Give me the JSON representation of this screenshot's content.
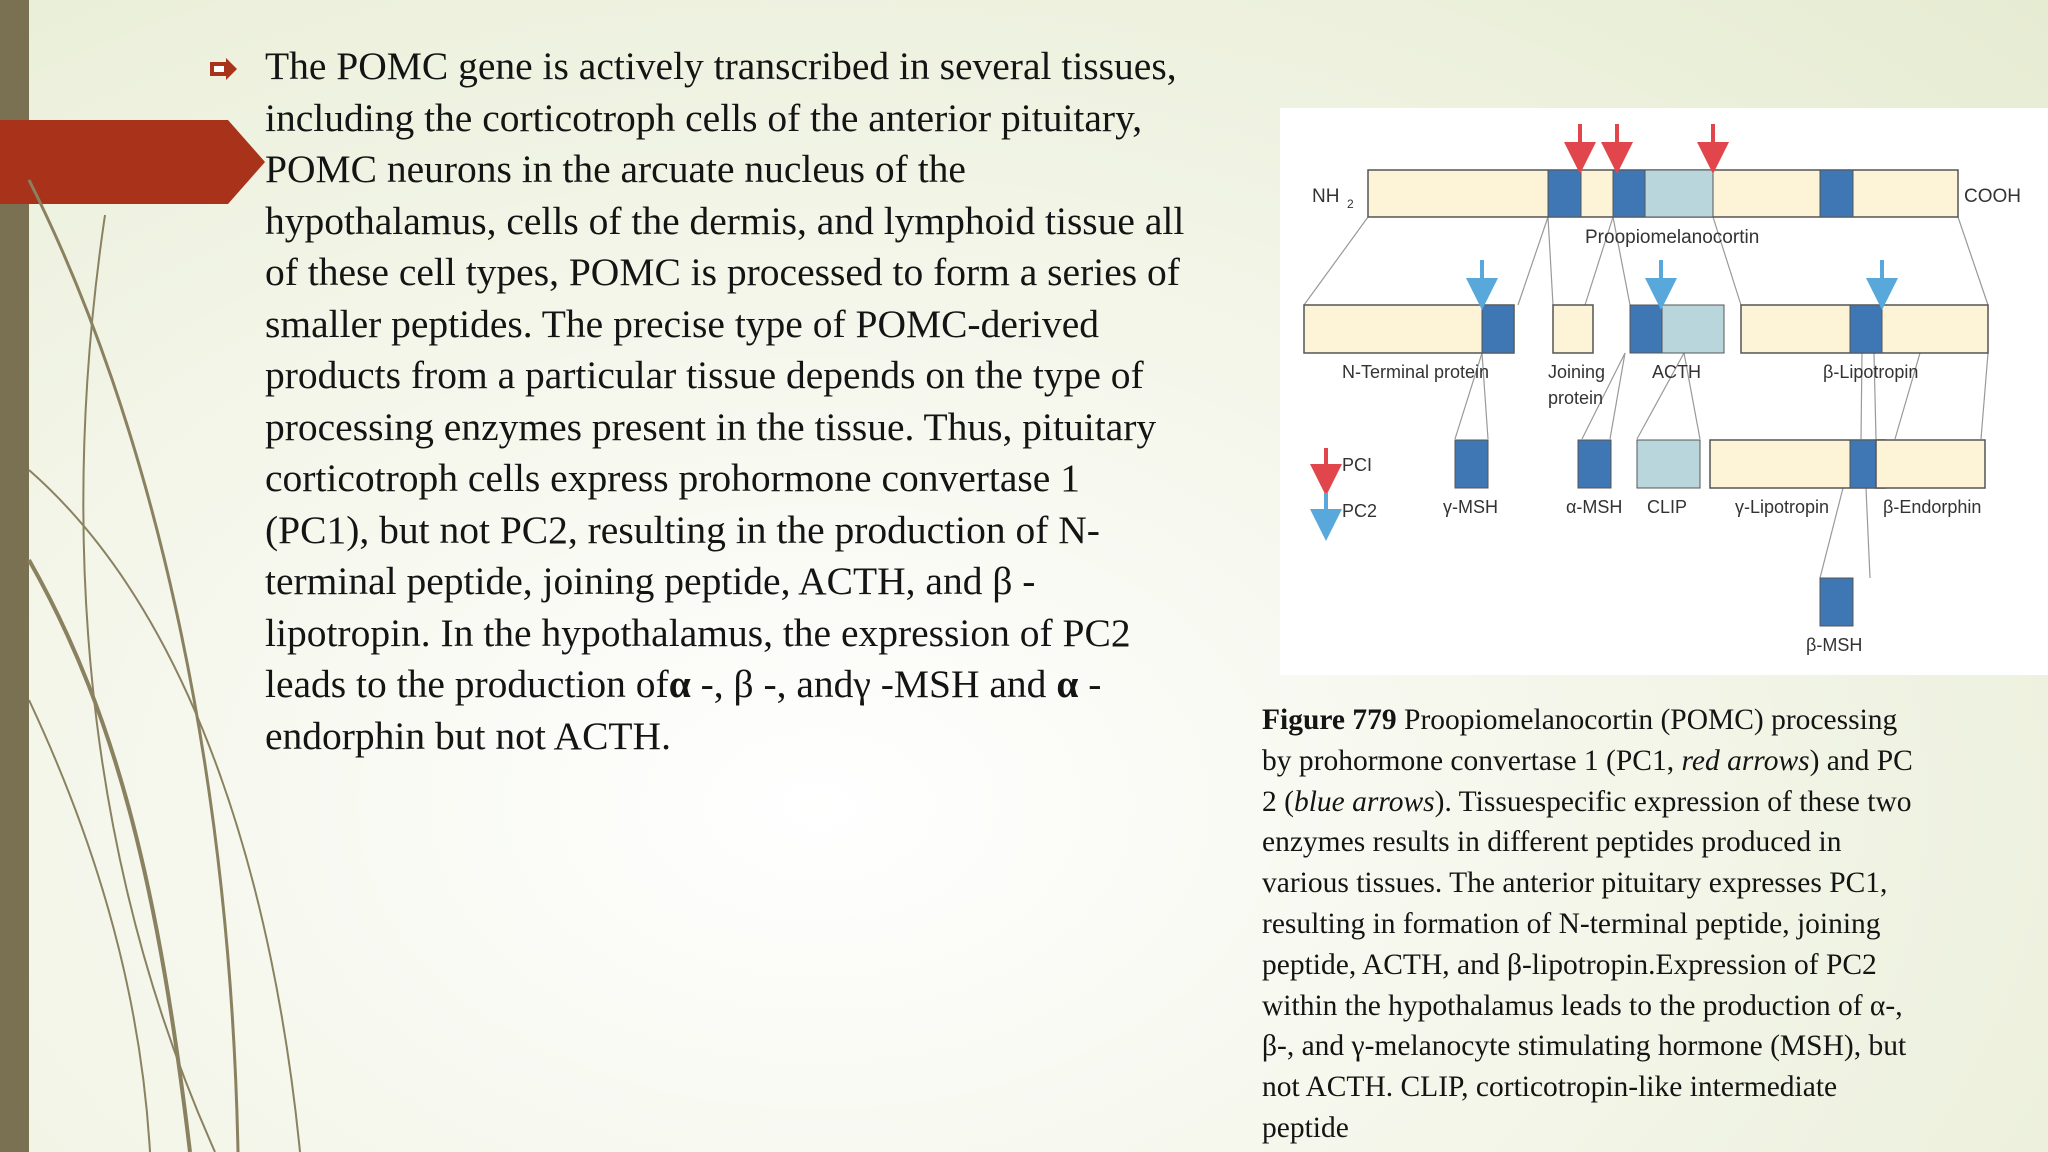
{
  "colors": {
    "left_bar": "#7a7152",
    "accent_red": "#a8321a",
    "curve_olive": "#8a8160",
    "peptide_fill": "#fdf3d6",
    "cleavage_block_blue": "#3f77b5",
    "clip_block": "#b9d6dd",
    "pc1_arrow": "#e0464b",
    "pc2_arrow": "#59a8dc"
  },
  "bullet": {
    "icon": "arrow-bullet-icon",
    "lines": [
      "The POMC gene is actively transcribed in several tissues,",
      "including the corticotroph cells of the anterior pituitary,",
      "POMC neurons in the arcuate nucleus of the",
      "hypothalamus, cells of the dermis, and lymphoid tissue all",
      "of these cell types, POMC is processed to form a series of",
      "smaller peptides. The precise type of POMC-derived",
      "products from a particular tissue depends on the type of",
      "processing enzymes present in the tissue. Thus, pituitary",
      "corticotroph cells express prohormone convertase 1",
      "(PC1), but not PC2, resulting in the production of N-",
      "terminal peptide, joining peptide, ACTH, and β -",
      "lipotropin. In the hypothalamus, the expression of PC2"
    ],
    "last_line_parts": [
      "leads to the production of",
      "α",
      " -, β -, and",
      "γ -MSH and ",
      "α",
      " -"
    ],
    "final_line": "endorphin but not ACTH."
  },
  "diagram": {
    "nh2": "NH",
    "nh2_sub": "2",
    "cooh": "COOH",
    "precursor_label": "Proopiomelanocortin",
    "n_terminal_label": "N-Terminal protein",
    "joining_label_1": "Joining",
    "joining_label_2": "protein",
    "acth_label": "ACTH",
    "b_lipotropin_label": "β-Lipotropin",
    "legend_pc1": "PCI",
    "legend_pc2": "PC2",
    "g_msh_label": "γ-MSH",
    "a_msh_label": "α-MSH",
    "clip_label": "CLIP",
    "g_lipotropin_label": "γ-Lipotropin",
    "b_endorphin_label": "β-Endorphin",
    "b_msh_label": "β-MSH"
  },
  "caption": {
    "figure_label": "Figure 779",
    "line1_rest": " Proopiomelanocortin (POMC) processing",
    "line2_a": "by prohormone convertase 1 (PC1, ",
    "line2_italic": "red arrows",
    "line2_b": ") and PC",
    "line3_a": "2 (",
    "line3_italic": "blue arrows",
    "line3_b": "). Tissuespecific expression of these two",
    "lines": [
      "enzymes results in different peptides produced in",
      "various tissues. The anterior pituitary expresses PC1,",
      "resulting in formation of N-terminal peptide, joining",
      "peptide, ACTH, and β-lipotropin.Expression of PC2",
      "within the hypothalamus leads to the production of α-,",
      "β-, and γ-melanocyte stimulating hormone (MSH), but",
      "not ACTH. CLIP, corticotropin-like intermediate",
      "peptide"
    ]
  }
}
